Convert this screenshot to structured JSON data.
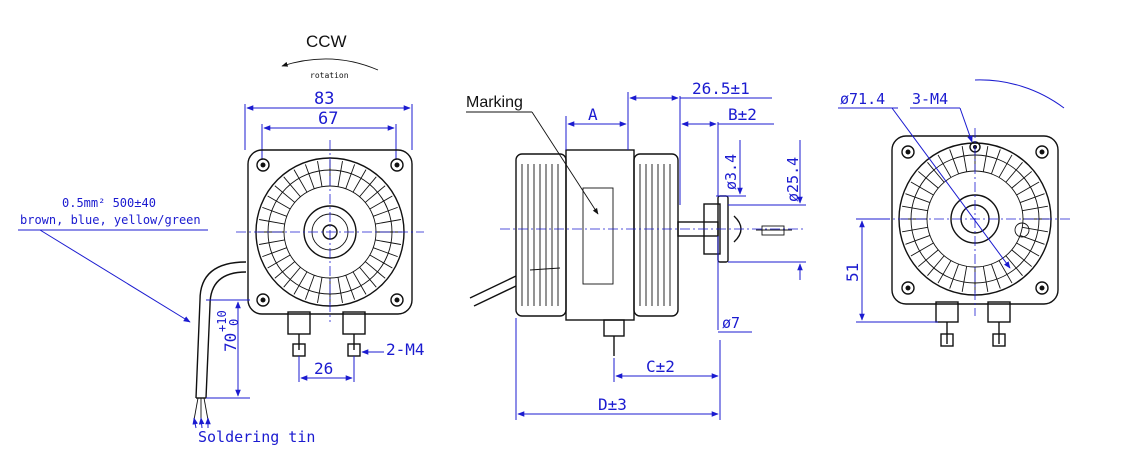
{
  "front_view": {
    "rotation_title": "CCW",
    "rotation_note": "rotation",
    "width_outer": "83",
    "width_inner": "67",
    "wire_spec": "0.5mm² 500±40",
    "wire_colors": "brown, blue, yellow/green",
    "strip_length_main": "70",
    "strip_tol_upper": "+10",
    "strip_tol_lower": "0",
    "terminal_pitch": "26",
    "terminal_thread": "2-M4",
    "solder_note": "Soldering tin"
  },
  "side_view": {
    "marking_label": "Marking",
    "dim_a": "A",
    "dim_shaft_len": "26.5±1",
    "dim_b": "B±2",
    "dim_hole": "ø3.4",
    "dim_flange": "ø25.4",
    "dim_shaft": "ø7",
    "dim_c": "C±2",
    "dim_d": "D±3"
  },
  "rear_view": {
    "dim_pcd": "ø71.4",
    "dim_mount_thread": "3-M4",
    "dim_height": "51"
  },
  "colors": {
    "dimension": "#1b1bd0",
    "outline": "#111111",
    "background": "#ffffff"
  }
}
